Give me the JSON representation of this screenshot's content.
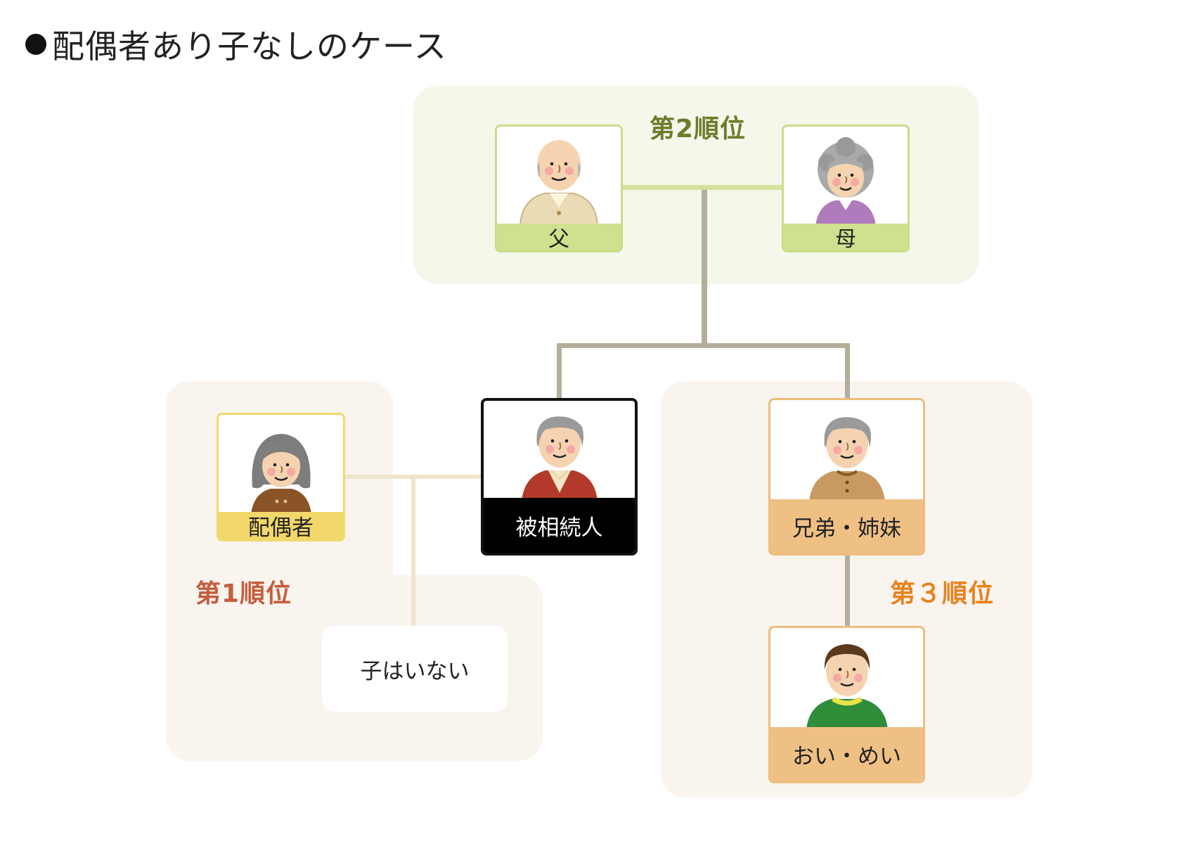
{
  "title": "配偶者あり子なしのケース",
  "ranks": {
    "second": "第2順位",
    "first": "第1順位",
    "third": "第３順位"
  },
  "people": {
    "father": "父",
    "mother": "母",
    "spouse": "配偶者",
    "deceased": "被相続人",
    "siblings": "兄弟・姉妹",
    "nephews": "おい・めい"
  },
  "no_children": "子はいない",
  "colors": {
    "second_rank": "#6f7a2a",
    "first_rank": "#c55d3c",
    "third_rank": "#e8821d",
    "line_main": "#b5ae9c"
  }
}
